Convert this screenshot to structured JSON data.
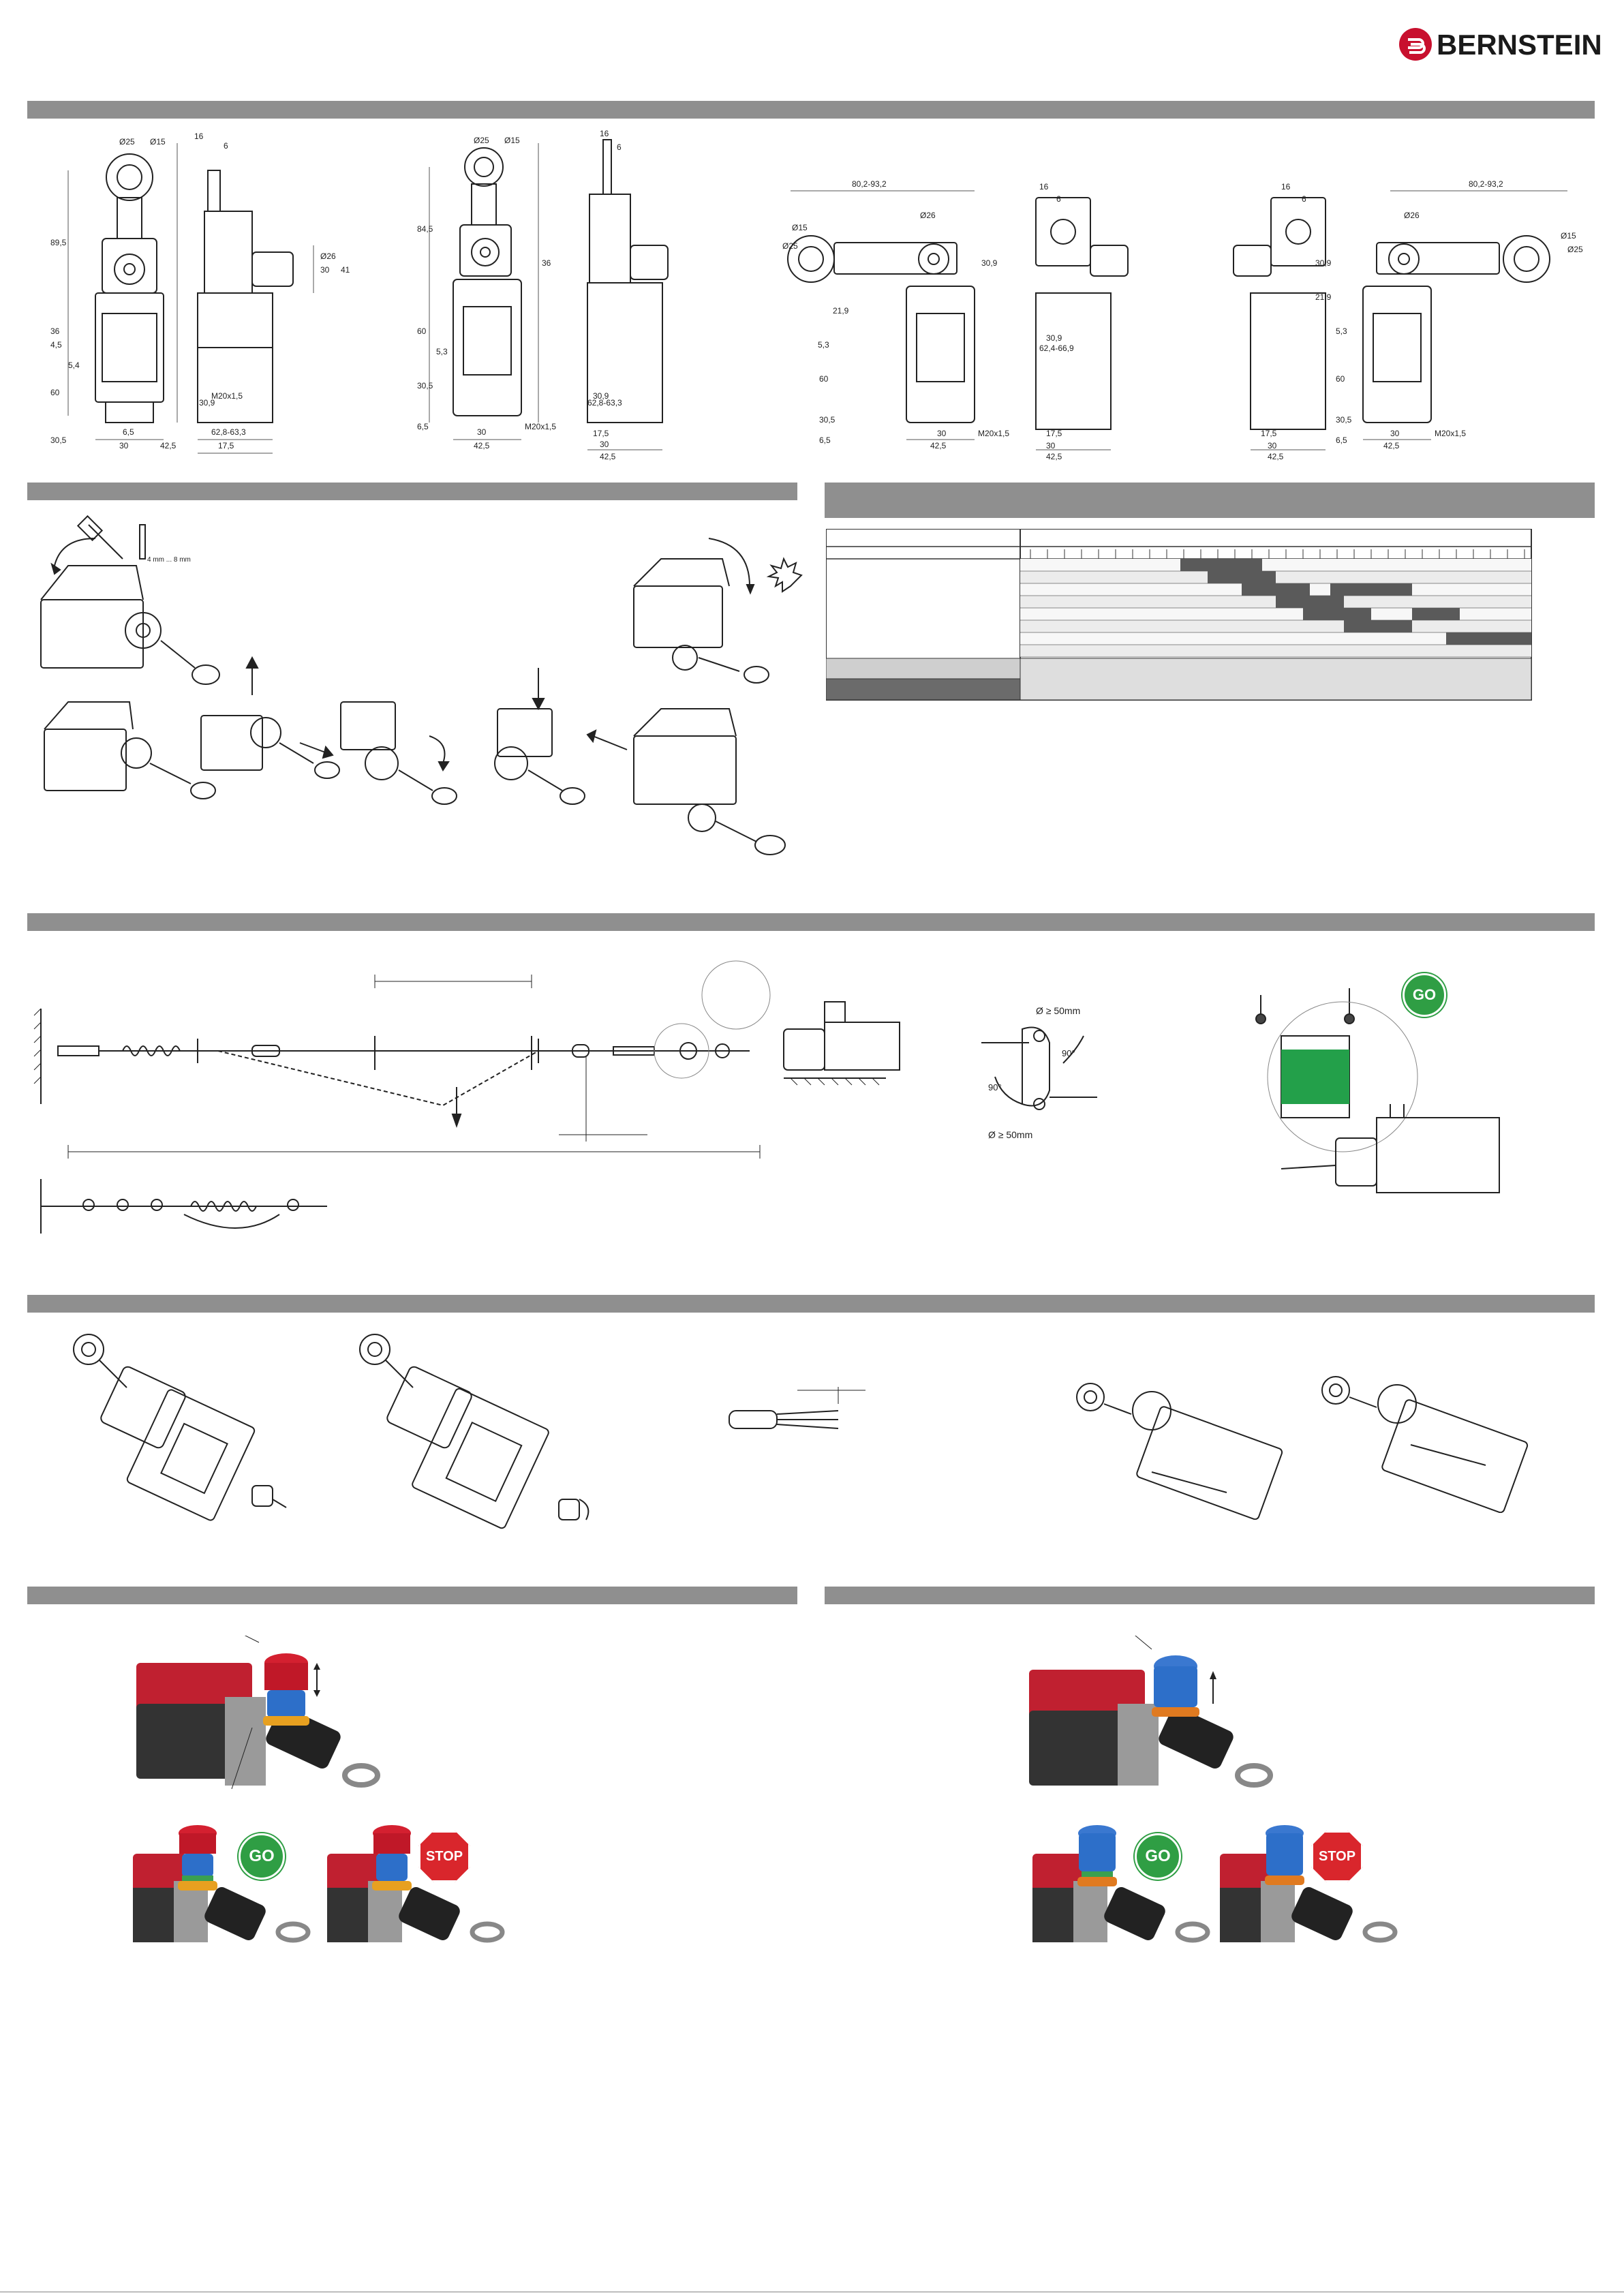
{
  "brand": {
    "name": "BERNSTEIN"
  },
  "badges": {
    "go": "GO",
    "stop": "STOP"
  },
  "dimensions": {
    "fig1": [
      "Ø25",
      "Ø15",
      "16",
      "6",
      "89,5",
      "4,5",
      "36",
      "5,4",
      "60",
      "30,5",
      "6,5",
      "30",
      "42,5",
      "M20x1,5",
      "30,9",
      "62,8-63,3",
      "17,5",
      "30",
      "41",
      "Ø26"
    ],
    "fig2": [
      "Ø25",
      "Ø15",
      "16",
      "6",
      "84,5",
      "36",
      "5,3",
      "60",
      "30,5",
      "6,5",
      "30",
      "42,5",
      "M20x1,5",
      "30,9",
      "62,8-63,3",
      "17,5",
      "30",
      "42,5"
    ],
    "fig3": [
      "80,2-93,2",
      "Ø26",
      "Ø15",
      "Ø25",
      "16",
      "6",
      "30,9",
      "21,9",
      "5,3",
      "60",
      "30,5",
      "6,5",
      "30",
      "42,5",
      "M20x1,5",
      "30,9",
      "62,4-66,9",
      "17,5",
      "30",
      "42,5"
    ],
    "fig4": [
      "80,2-93,2",
      "Ø26",
      "Ø15",
      "Ø25",
      "16",
      "6",
      "30,9",
      "21,9",
      "5,3",
      "60",
      "30,5",
      "6,5",
      "30",
      "42,5",
      "M20x1,5",
      "17,5",
      "30",
      "42,5"
    ]
  },
  "mounting": {
    "tool_width": "4 mm ... 8 mm"
  },
  "installation": {
    "radius_1": "Ø ≥ 50mm",
    "radius_2": "Ø ≥ 50mm",
    "angle_1": "90°",
    "angle_2": "90°"
  }
}
